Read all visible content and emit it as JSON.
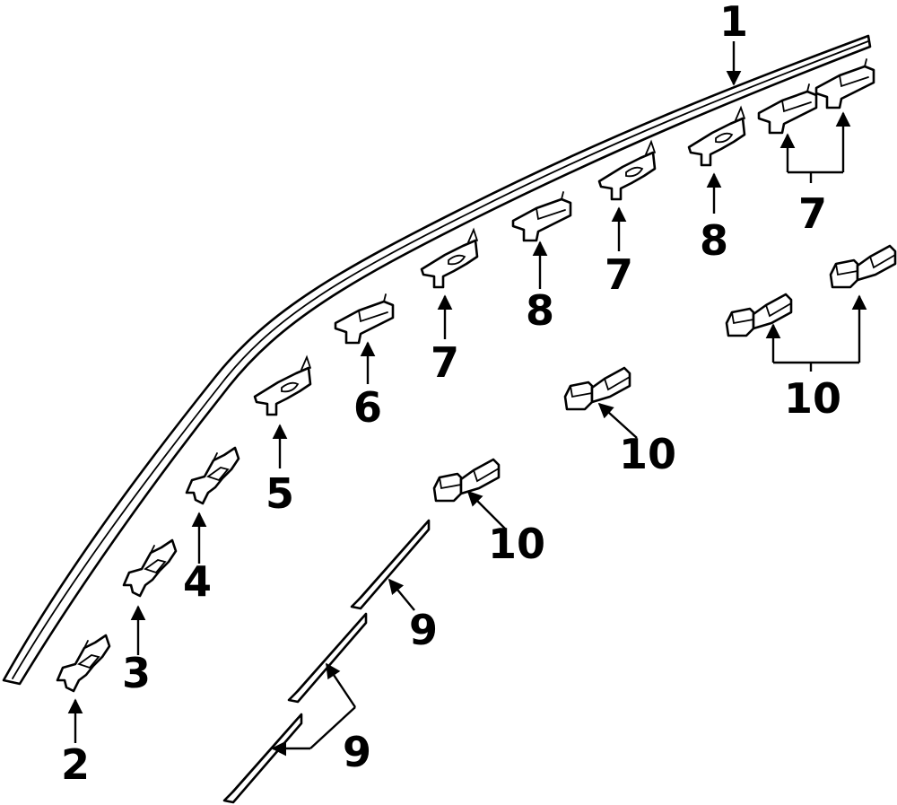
{
  "callouts": {
    "c1": "1",
    "c2": "2",
    "c3": "3",
    "c4": "4",
    "c5": "5",
    "c6": "6",
    "c7a": "7",
    "c8a": "8",
    "c7b": "7",
    "c8b": "8",
    "c7c": "7",
    "c9a": "9",
    "c9b": "9",
    "c10a": "10",
    "c10b": "10",
    "c10c": "10"
  },
  "colors": {
    "line": "#000000",
    "background": "#ffffff"
  }
}
